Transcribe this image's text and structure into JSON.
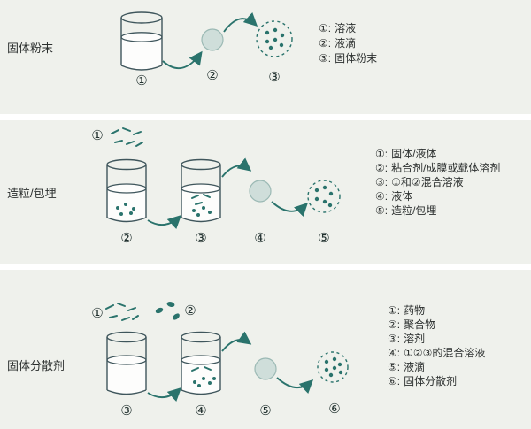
{
  "colors": {
    "band_bg": "#eff1ec",
    "accent": "#2a736c",
    "beaker": "#3f565c",
    "droplet_fill": "#cfdeda",
    "droplet_stroke": "#9bb9b4",
    "liquid": "#fdfdfc",
    "text": "#2b2f2e"
  },
  "sections": [
    {
      "label": "固体粉末",
      "steps": [
        "①",
        "②",
        "③"
      ],
      "legend": [
        {
          "num": "①:",
          "text": "溶液"
        },
        {
          "num": "②:",
          "text": "液滴"
        },
        {
          "num": "③:",
          "text": "固体粉末"
        }
      ]
    },
    {
      "label": "造粒/包埋",
      "steps": [
        "①",
        "②",
        "③",
        "④",
        "⑤"
      ],
      "legend": [
        {
          "num": "①:",
          "text": "固体/液体"
        },
        {
          "num": "②:",
          "text": "粘合剂/成膜或载体溶剂"
        },
        {
          "num": "③:",
          "text": "①和②混合溶液"
        },
        {
          "num": "④:",
          "text": "液体"
        },
        {
          "num": "⑤:",
          "text": "造粒/包埋"
        }
      ]
    },
    {
      "label": "固体分散剂",
      "steps": [
        "①",
        "②",
        "③",
        "④",
        "⑤",
        "⑥"
      ],
      "legend": [
        {
          "num": "①:",
          "text": "药物"
        },
        {
          "num": "②:",
          "text": "聚合物"
        },
        {
          "num": "③:",
          "text": "溶剂"
        },
        {
          "num": "④:",
          "text": "①②③的混合溶液"
        },
        {
          "num": "⑤:",
          "text": "液滴"
        },
        {
          "num": "⑥:",
          "text": "固体分散剂"
        }
      ]
    }
  ]
}
